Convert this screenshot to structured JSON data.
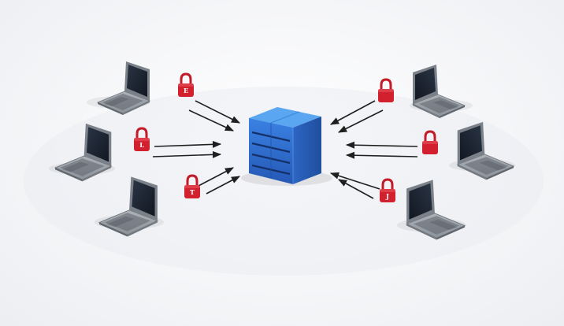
{
  "diagram": {
    "colors": {
      "background": "#f6f7f9",
      "server_front": "#2f6fd1",
      "server_side": "#2a5bb0",
      "server_top": "#5aa6f0",
      "lock": "#d3202f",
      "arrow": "#1f1f1f",
      "laptop_body": "#8e949c",
      "laptop_screen": "#1c2533"
    },
    "server": {
      "icon": "server-rack-icon"
    },
    "laptops": [
      {
        "id": "top-left",
        "icon": "laptop-icon"
      },
      {
        "id": "middle-left",
        "icon": "laptop-icon"
      },
      {
        "id": "bottom-left",
        "icon": "laptop-icon"
      },
      {
        "id": "top-right",
        "icon": "laptop-icon"
      },
      {
        "id": "middle-right",
        "icon": "laptop-icon"
      },
      {
        "id": "bottom-right",
        "icon": "laptop-icon"
      }
    ],
    "locks": [
      {
        "id": "top-left",
        "icon": "padlock-icon",
        "glyph": "E"
      },
      {
        "id": "middle-left",
        "icon": "padlock-icon",
        "glyph": "L"
      },
      {
        "id": "bottom-left",
        "icon": "padlock-icon",
        "glyph": "T"
      },
      {
        "id": "top-right",
        "icon": "padlock-icon",
        "glyph": ""
      },
      {
        "id": "middle-right",
        "icon": "padlock-icon",
        "glyph": ""
      },
      {
        "id": "bottom-right",
        "icon": "padlock-icon",
        "glyph": "J"
      }
    ]
  }
}
